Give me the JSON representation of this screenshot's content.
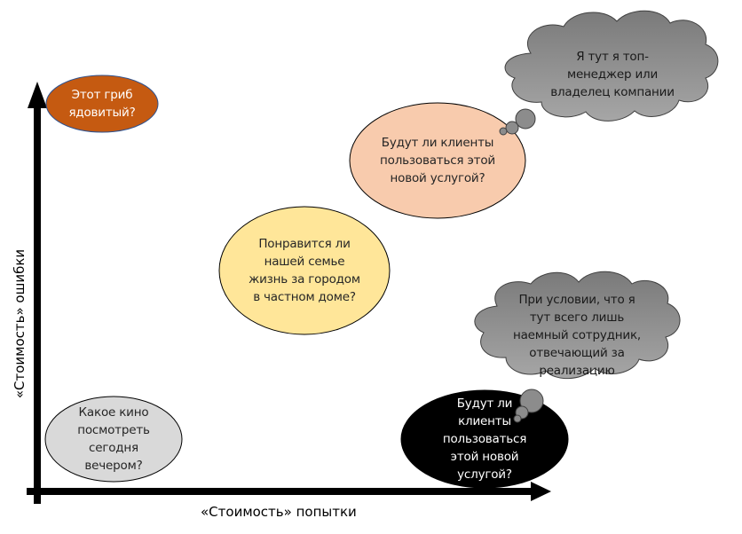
{
  "axes": {
    "x_label": "«Стоимость» попытки",
    "y_label": "«Стоимость» ошибки"
  },
  "nodes": [
    {
      "id": "mushroom",
      "text": "Этот гриб ядовитый?",
      "lines": [
        "Этот гриб",
        "ядовитый?"
      ],
      "fill": "#C55A11",
      "text_color": "#FFFFFF",
      "shape": "ellipse"
    },
    {
      "id": "clients-owner",
      "text": "Будут ли клиенты пользоваться этой новой услугой?",
      "lines": [
        "Будут ли клиенты",
        "пользоваться этой",
        "новой услугой?"
      ],
      "fill": "#F8CBAD",
      "text_color": "#262626",
      "shape": "ellipse"
    },
    {
      "id": "country-house",
      "text": "Понравится ли нашей семье жизнь за городом в частном доме?",
      "lines": [
        "Понравится ли",
        "нашей семье",
        "жизнь за городом",
        "в частном доме?"
      ],
      "fill": "#FFE699",
      "text_color": "#262626",
      "shape": "ellipse"
    },
    {
      "id": "movie",
      "text": "Какое кино посмотреть сегодня вечером?",
      "lines": [
        "Какое кино",
        "посмотреть",
        "сегодня",
        "вечером?"
      ],
      "fill": "#D9D9D9",
      "text_color": "#262626",
      "shape": "ellipse"
    },
    {
      "id": "clients-employee",
      "text": "Будут ли клиенты пользоваться этой новой услугой?",
      "lines": [
        "Будут ли",
        "клиенты",
        "пользоваться",
        "этой новой",
        "услугой?"
      ],
      "fill": "#000000",
      "text_color": "#FFFFFF",
      "shape": "ellipse"
    }
  ],
  "thoughts": [
    {
      "id": "thought-owner",
      "text": "Я тут я топ-менеджер или владелец компании",
      "lines": [
        "Я тут я топ-",
        "менеджер или",
        "владелец компании"
      ],
      "fill": "#8C8C8C",
      "text_color": "#1A1A1A"
    },
    {
      "id": "thought-employee",
      "text": "При условии, что я тут всего лишь наемный сотрудник, отвечающий за реализацию",
      "lines": [
        "При условии, что я",
        "тут всего лишь",
        "наемный сотрудник,",
        "отвечающий за",
        "реализацию"
      ],
      "fill": "#8C8C8C",
      "text_color": "#1A1A1A"
    }
  ]
}
